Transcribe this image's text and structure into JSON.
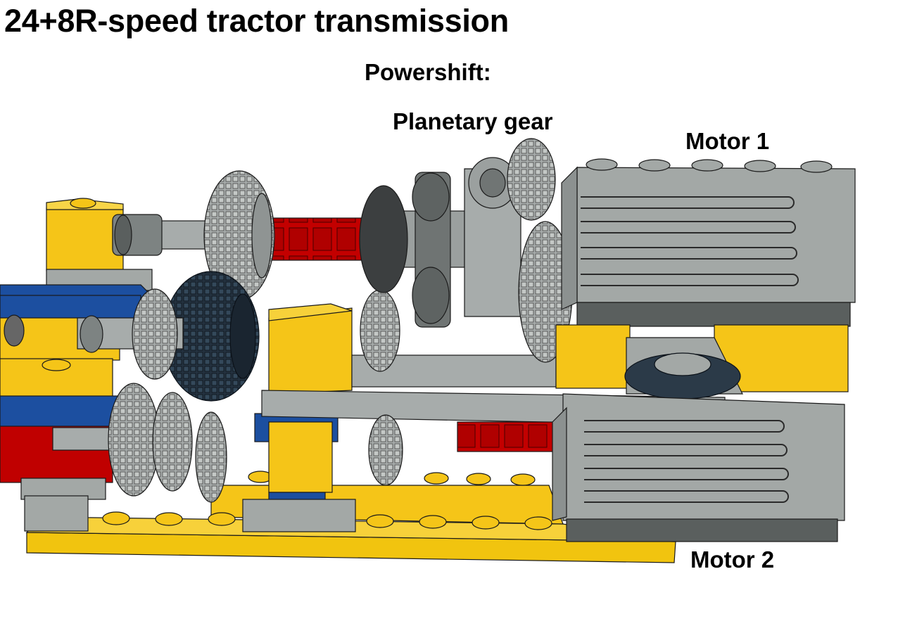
{
  "title": "24+8R-speed tractor transmission",
  "labels": {
    "powershift": "Powershift:",
    "planetary_gear": "Planetary gear",
    "motor_1": "Motor 1",
    "motor_2": "Motor 2"
  },
  "colors": {
    "background": "#ffffff",
    "yellow": "#f5c518",
    "blue": "#1c4fa0",
    "red": "#c00000",
    "light_gray": "#a3a8a6",
    "dark_gray": "#5a5f5e",
    "dark_blue_gray": "#2b3a48",
    "outline": "#1a1a1a"
  }
}
